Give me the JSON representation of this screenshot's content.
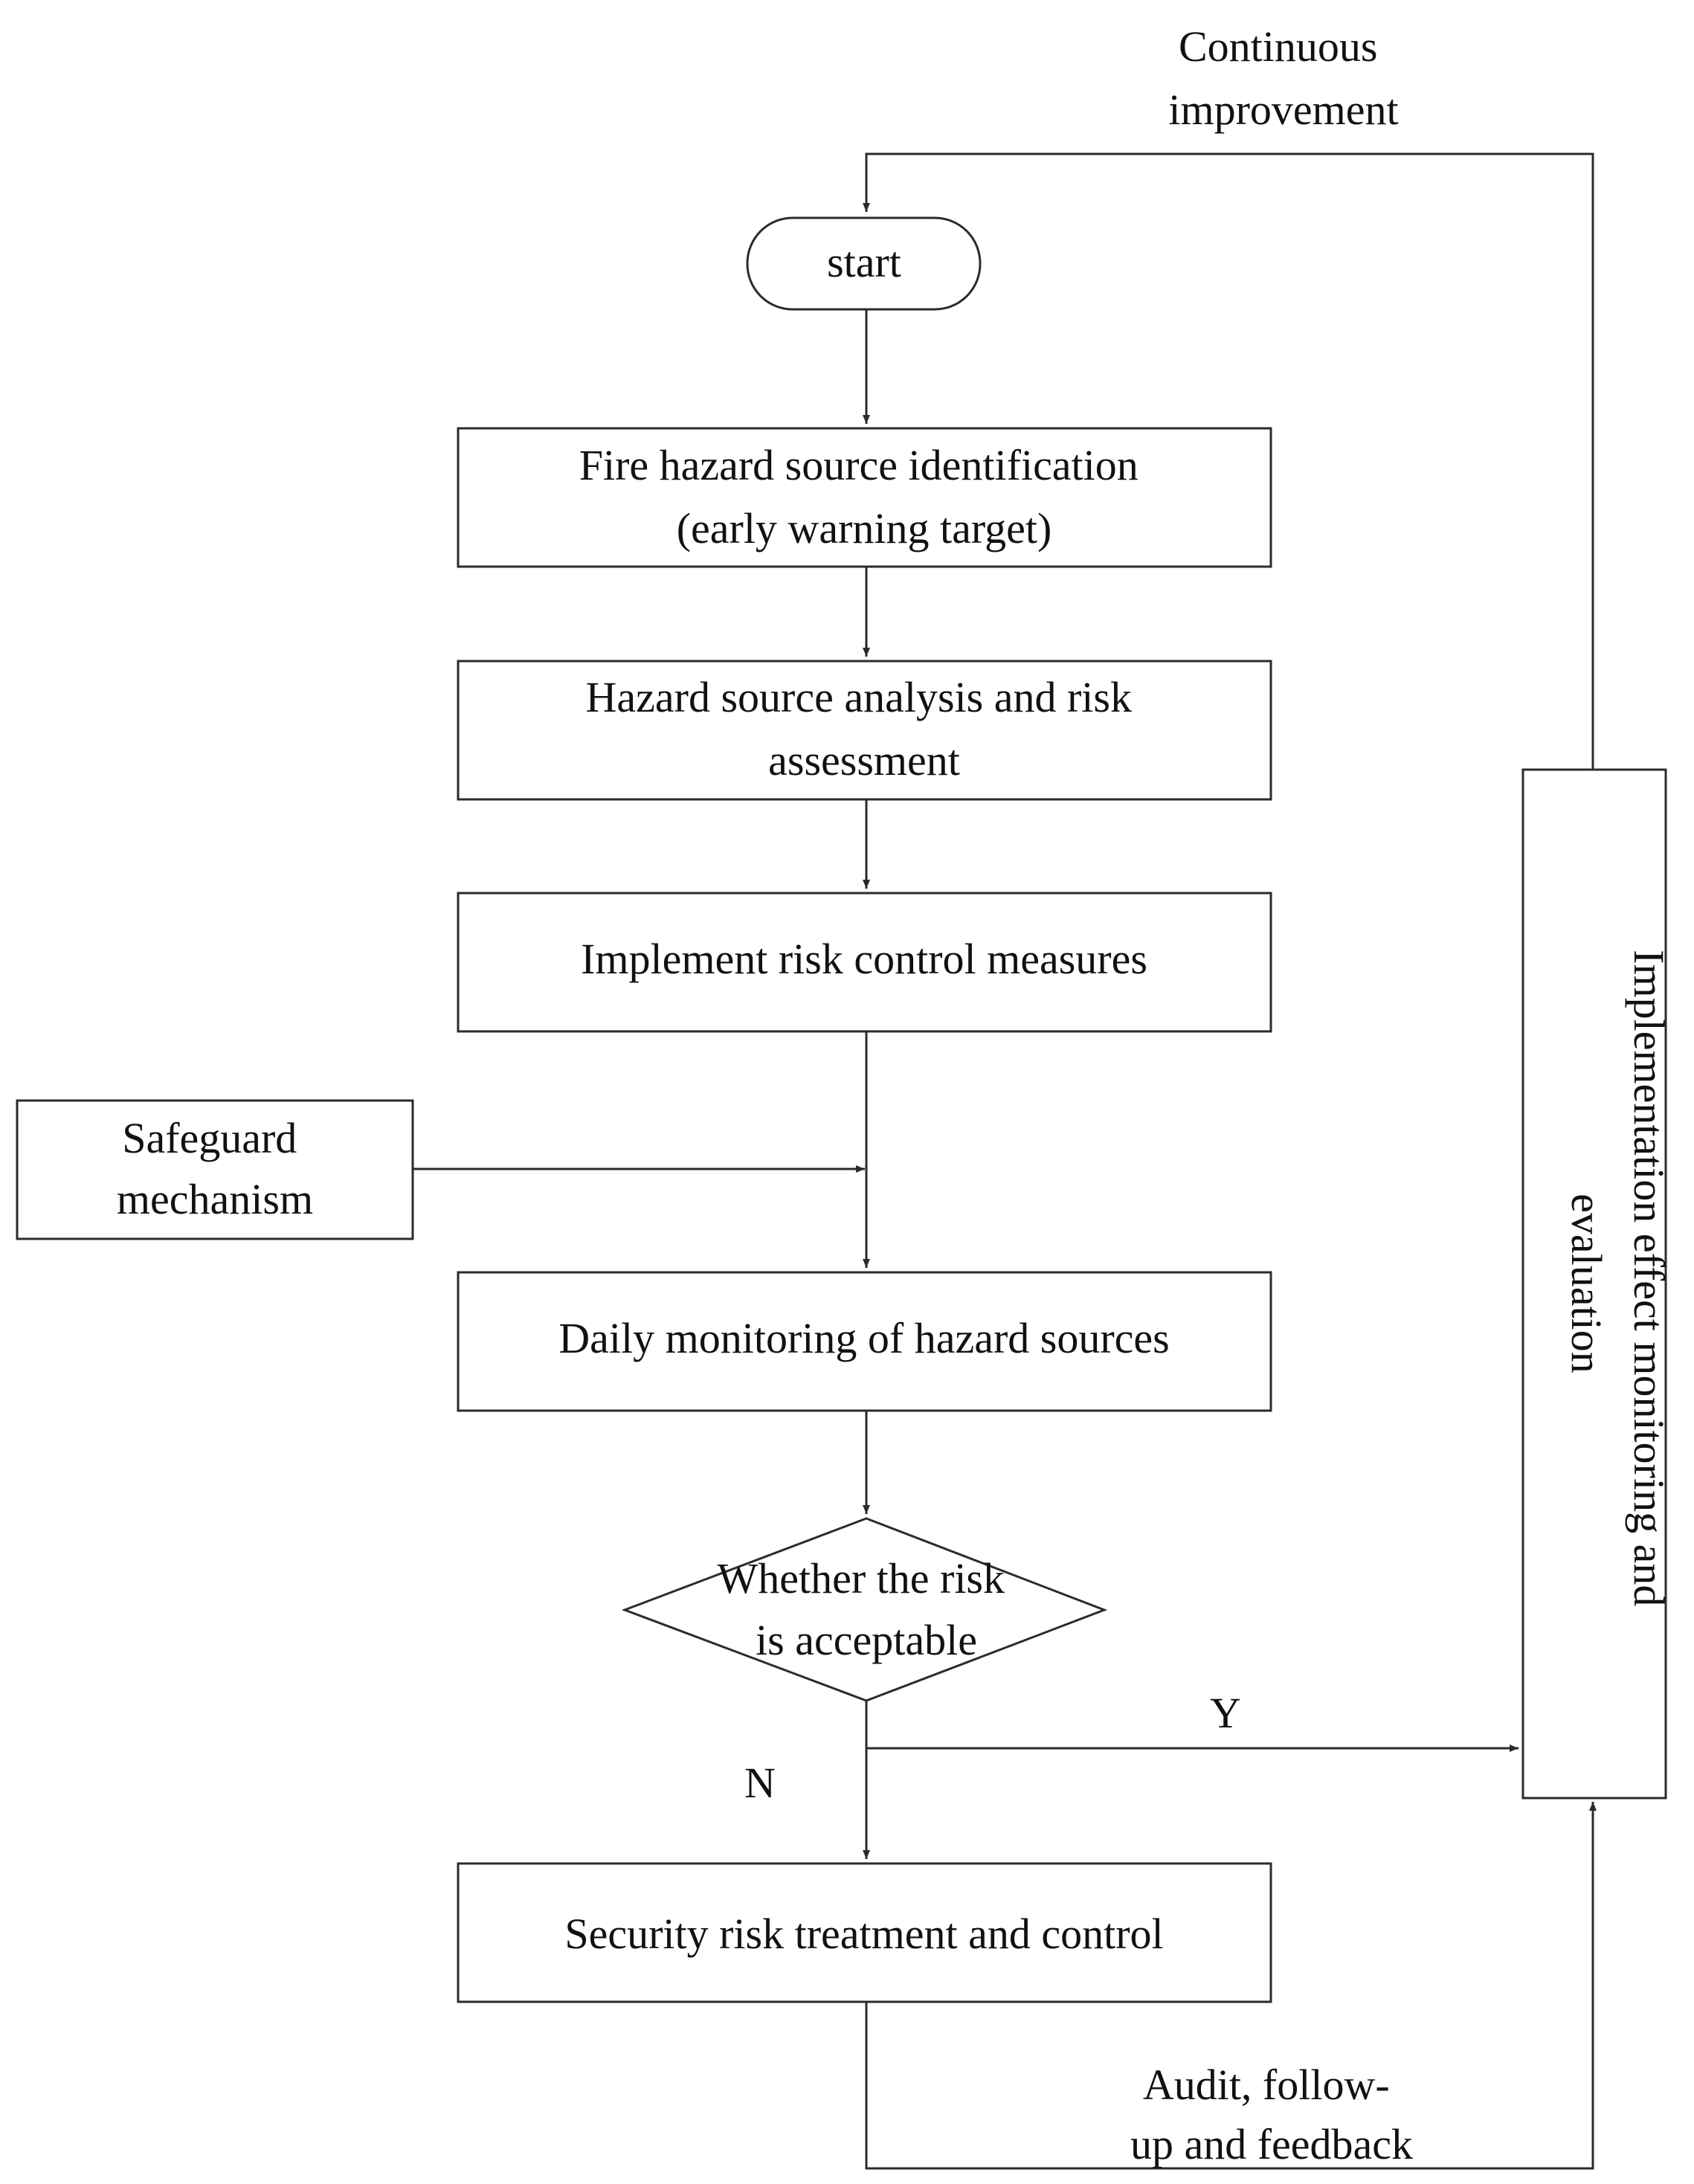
{
  "loop_label": [
    "Continuous",
    "improvement"
  ],
  "nodes": {
    "start": [
      "start"
    ],
    "identification": [
      "Fire hazard source identification",
      "(early warning target)"
    ],
    "analysis": [
      "Hazard source analysis and risk",
      "assessment"
    ],
    "implement": [
      "Implement risk control measures"
    ],
    "safeguard": [
      "Safeguard",
      "mechanism"
    ],
    "monitoring": [
      "Daily monitoring of hazard sources"
    ],
    "decision": [
      "Whether the risk",
      "is acceptable"
    ],
    "treatment": [
      "Security risk treatment and control"
    ],
    "evaluation": [
      "Implementation effect monitoring and",
      "evaluation"
    ]
  },
  "edge_labels": {
    "yes": "Y",
    "no": "N",
    "feedback": [
      "Audit, follow-",
      "up and feedback"
    ]
  }
}
